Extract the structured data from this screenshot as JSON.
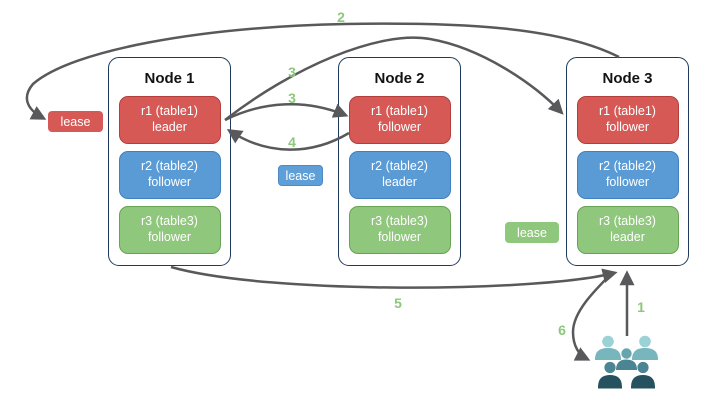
{
  "nodes": [
    {
      "title": "Node 1",
      "replicas": [
        {
          "label": "r1 (table1)",
          "role": "leader",
          "color": "red"
        },
        {
          "label": "r2 (table2)",
          "role": "follower",
          "color": "blue"
        },
        {
          "label": "r3 (table3)",
          "role": "follower",
          "color": "green"
        }
      ]
    },
    {
      "title": "Node 2",
      "replicas": [
        {
          "label": "r1 (table1)",
          "role": "follower",
          "color": "red"
        },
        {
          "label": "r2 (table2)",
          "role": "leader",
          "color": "blue"
        },
        {
          "label": "r3 (table3)",
          "role": "follower",
          "color": "green"
        }
      ]
    },
    {
      "title": "Node 3",
      "replicas": [
        {
          "label": "r1 (table1)",
          "role": "follower",
          "color": "red"
        },
        {
          "label": "r2 (table2)",
          "role": "follower",
          "color": "blue"
        },
        {
          "label": "r3 (table3)",
          "role": "leader",
          "color": "green"
        }
      ]
    }
  ],
  "leases": [
    {
      "label": "lease",
      "color": "red"
    },
    {
      "label": "lease",
      "color": "blue"
    },
    {
      "label": "lease",
      "color": "green"
    }
  ],
  "steps": [
    {
      "text": "2"
    },
    {
      "text": "3"
    },
    {
      "text": "3"
    },
    {
      "text": "4"
    },
    {
      "text": "5"
    },
    {
      "text": "6"
    },
    {
      "text": "1"
    }
  ],
  "colors": {
    "replica_red_fill": "#d65956",
    "replica_red_border": "#b23f3b",
    "replica_blue_fill": "#5b9bd5",
    "replica_blue_border": "#3f80c0",
    "replica_green_fill": "#8fc77c",
    "replica_green_border": "#67a355",
    "node_border": "#1f3a5f",
    "arrow": "#59595b",
    "step_label": "#8cc87c",
    "users_light_head": "#9bd2d6",
    "users_light_body": "#77b6bc",
    "users_mid_head": "#67a5ae",
    "users_mid_body": "#4b8593",
    "users_dark_head": "#4b8593",
    "users_dark_body": "#26515e"
  }
}
